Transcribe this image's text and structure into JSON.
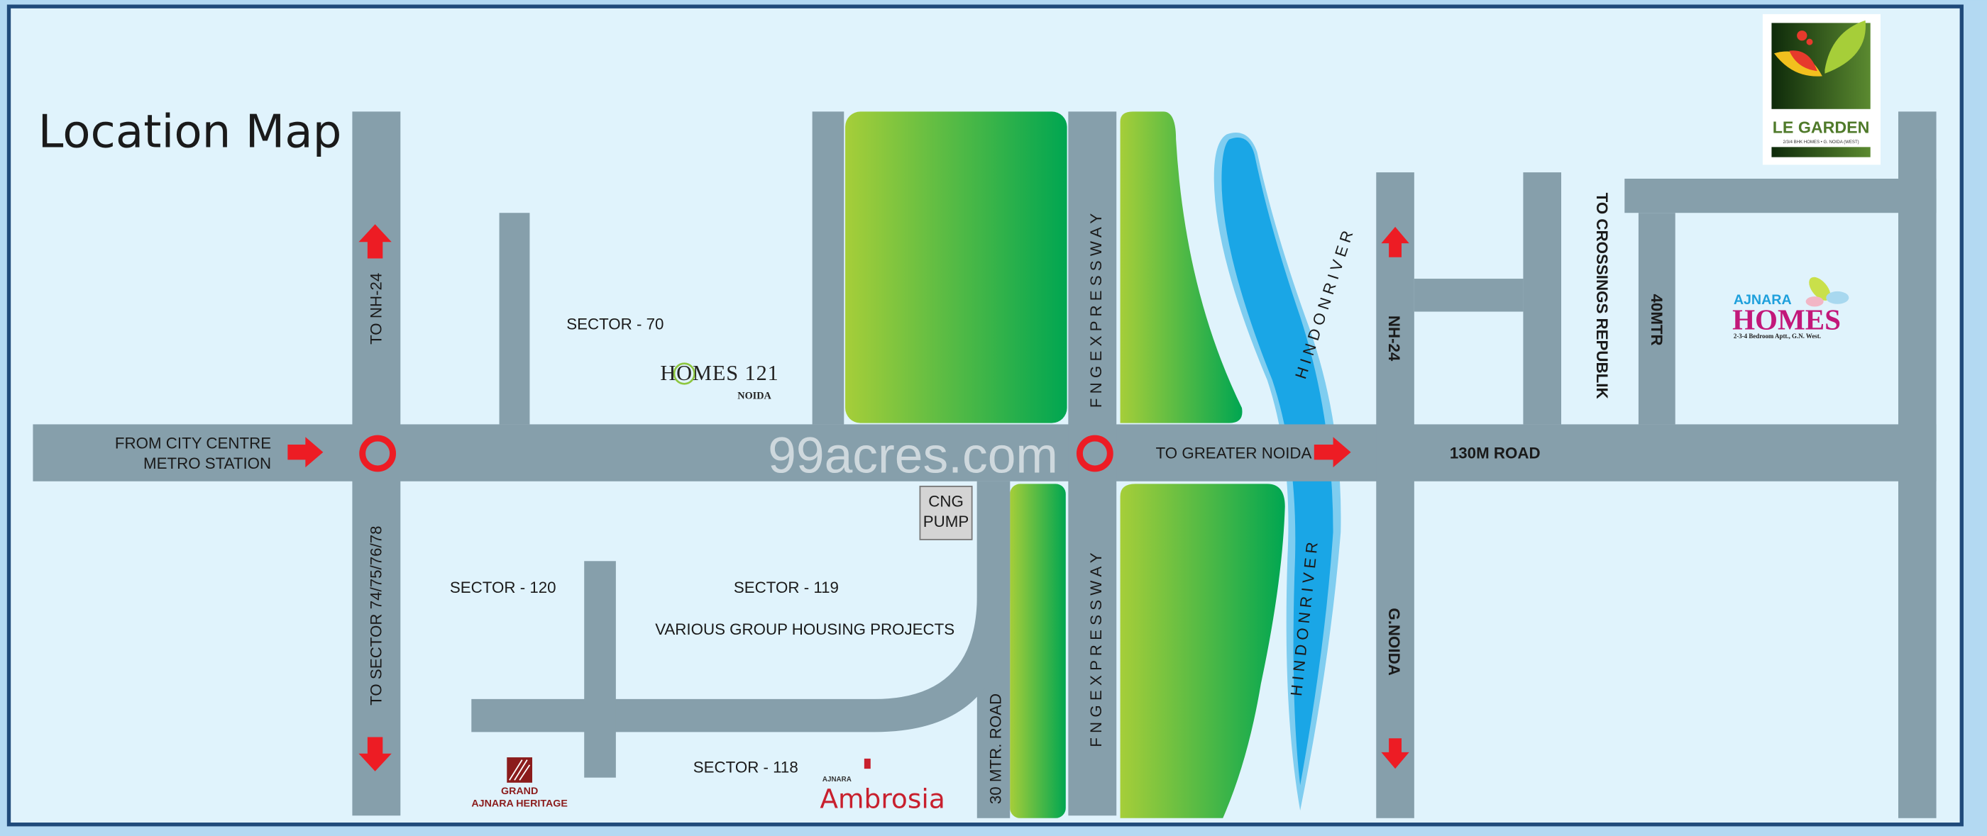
{
  "title": "Location Map",
  "watermark": "99acres.com",
  "colors": {
    "road": "#869fab",
    "park_from": "#a6ce39",
    "park_to": "#00a651",
    "river": "#29aae2",
    "marker": "#ed1c24",
    "frame": "#1f4a7a",
    "background": "#e0f3fc"
  },
  "labels": {
    "to_nh24": "TO NH-24",
    "to_sectors": "TO SECTOR 74/75/76/78",
    "from_city_centre_1": "FROM CITY CENTRE",
    "from_city_centre_2": "METRO STATION",
    "sector_70": "SECTOR - 70",
    "sector_120": "SECTOR - 120",
    "sector_119": "SECTOR - 119",
    "various": "VARIOUS GROUP HOUSING PROJECTS",
    "sector_118": "SECTOR - 118",
    "cng_1": "CNG",
    "cng_2": "PUMP",
    "fng_upper": "F N G E X P R E S S W A Y",
    "fng_lower": "F N G E X P R E S S W A Y",
    "thirty_mtr": "30 MTR. ROAD",
    "to_greater_noida": "TO GREATER NOIDA",
    "hindon_upper": "H I N D O N R I V E R",
    "hindon_lower": "H I N D O N R I V E R",
    "nh24": "NH-24",
    "gnoida": "G.NOIDA",
    "road_130m": "130M ROAD",
    "to_crossings": "TO CROSSINGS REPUBLIK",
    "forty_mtr": "40MTR"
  },
  "logos": {
    "le_garden": {
      "name": "LE GARDEN",
      "tagline": "2/3/4 BHK HOMES • G. NOIDA (WEST)"
    },
    "ajnara_homes": {
      "brand": "AJNARA",
      "name": "HOMES",
      "tagline": "2-3-4 Bedroom Aptt., G.N. West."
    },
    "homes121": {
      "name": "HOMES 121",
      "sub": "NOIDA"
    },
    "grand_ajnara": {
      "line1": "GRAND",
      "line2": "AJNARA HERITAGE"
    },
    "ambrosia": {
      "brand": "AJNARA",
      "name": "Ambrosia"
    }
  }
}
